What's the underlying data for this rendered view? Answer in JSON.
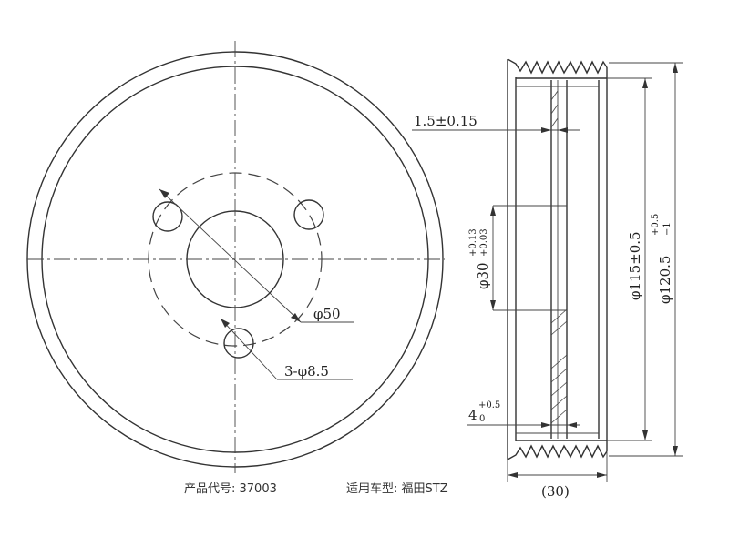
{
  "dimensions": {
    "groove_width": "1.5±0.15",
    "bore_base": "φ30",
    "bore_tol_upper": "+0.13",
    "bore_tol_lower": "+0.03",
    "pcd": "φ50",
    "holes": "3-φ8.5",
    "diameter_115": "φ115±0.5",
    "diameter_120_base": "φ120.5",
    "diameter_120_upper": "+0.5",
    "diameter_120_lower": "−1",
    "offset_base": "4",
    "offset_upper": "+0.5",
    "offset_lower": "0",
    "width": "(30)"
  },
  "caption": {
    "part_number": "产品代号: 37003",
    "vehicle": "适用车型: 福田STZ"
  }
}
